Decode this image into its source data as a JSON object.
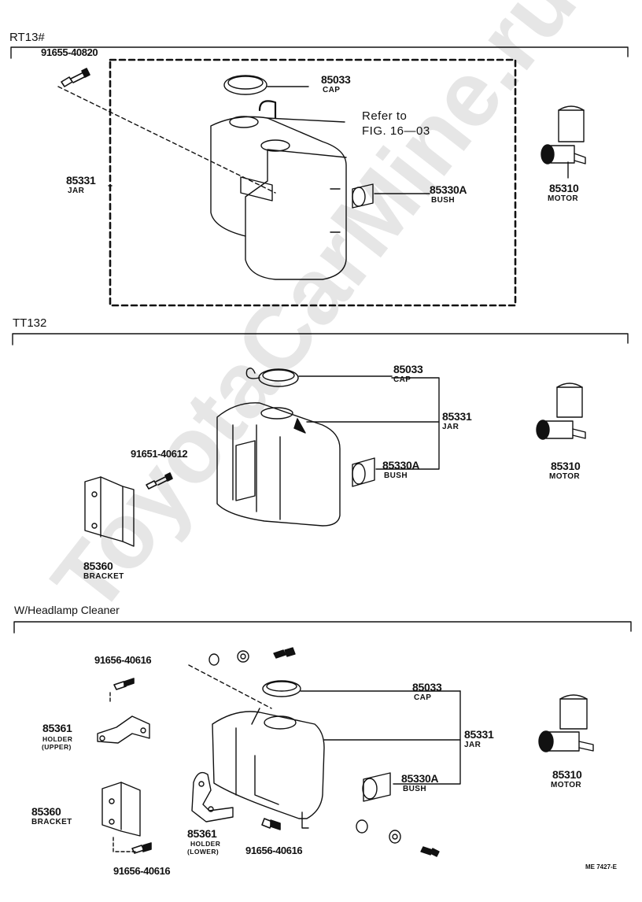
{
  "watermark": "ToyotaCarMine.ru",
  "code": "ME 7427-E",
  "sections": [
    {
      "title": "RT13#",
      "parts": [
        {
          "pn": "91655-40820",
          "label": ""
        },
        {
          "pn": "85033",
          "label": "CAP"
        },
        {
          "pn": "85331",
          "label": "JAR"
        },
        {
          "pn": "85330A",
          "label": "BUSH"
        },
        {
          "pn": "85310",
          "label": "MOTOR"
        }
      ],
      "ref_line1": "Refer to",
      "ref_line2": "FIG. 16—03"
    },
    {
      "title": "TT132",
      "parts": [
        {
          "pn": "85033",
          "label": "CAP"
        },
        {
          "pn": "85331",
          "label": "JAR"
        },
        {
          "pn": "85330A",
          "label": "BUSH"
        },
        {
          "pn": "91651-40612",
          "label": ""
        },
        {
          "pn": "85360",
          "label": "BRACKET"
        },
        {
          "pn": "85310",
          "label": "MOTOR"
        }
      ]
    },
    {
      "title": "W/Headlamp Cleaner",
      "parts": [
        {
          "pn": "91656-40616",
          "label": ""
        },
        {
          "pn": "85361",
          "label": "HOLDER",
          "label2": "(UPPER)"
        },
        {
          "pn": "85360",
          "label": "BRACKET"
        },
        {
          "pn": "91656-40616",
          "label": ""
        },
        {
          "pn": "85361",
          "label": "HOLDER",
          "label2": "(LOWER)"
        },
        {
          "pn": "91656-40616",
          "label": ""
        },
        {
          "pn": "85033",
          "label": "CAP"
        },
        {
          "pn": "85331",
          "label": "JAR"
        },
        {
          "pn": "85330A",
          "label": "BUSH"
        },
        {
          "pn": "85310",
          "label": "MOTOR"
        }
      ]
    }
  ]
}
